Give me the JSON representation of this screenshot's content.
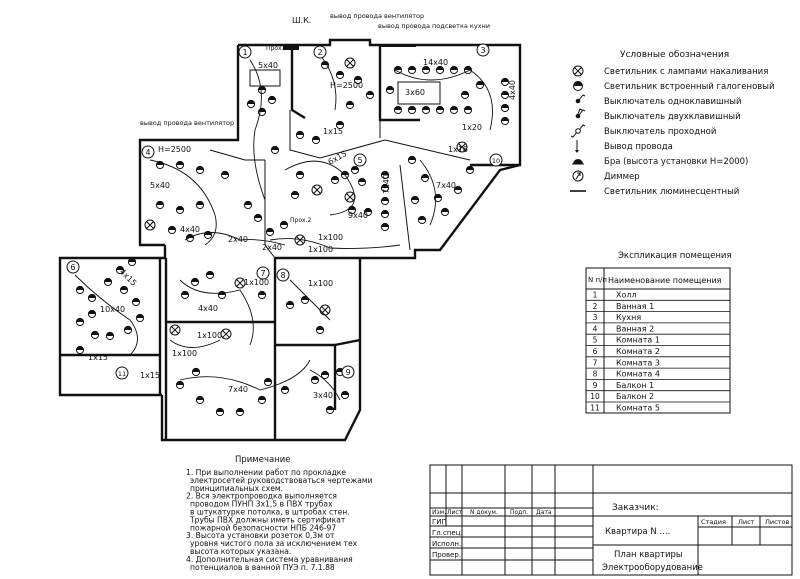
{
  "plan": {
    "top_labels": {
      "shk": "Ш.К.",
      "vent_top": "вывод провода вентилятор",
      "kitchen_light": "вывод провода подсветка кухни",
      "vent_left": "вывод провода вентилятор"
    },
    "room_numbers": [
      "1",
      "2",
      "3",
      "4",
      "5",
      "6",
      "7",
      "8",
      "9",
      "10",
      "11"
    ],
    "fixture_labels": {
      "r1_5x40": "5x40",
      "r2_h": "H=2500",
      "r1_proh": "Прох.1",
      "r3_14x40": "14x40",
      "r3_3x60": "3x60",
      "r3_4x40": "4x40",
      "r3_1x20": "1x20",
      "hall_1x15": "1x15",
      "hall_proh2": "Прох.2",
      "r4_h": "H=2500",
      "r4_5x40": "5x40",
      "r4_4x40": "4x40",
      "r4_2x40": "2x40",
      "r5_6x15": "6x15",
      "r5_9x40": "9x40",
      "r5_7x40": "7x40",
      "r10_7x40": "7x40",
      "r10_1x18": "1x18",
      "hall_1x100a": "1x100",
      "hall_1x100b": "1x100",
      "hall_2x40": "2x40",
      "r6_10x40": "10x40",
      "r6_4x15": "4x15",
      "r6_1x100": "1x100",
      "r6_1x15a": "1x15",
      "r6_1x15b": "1x15",
      "r7_4x40": "4x40",
      "r7_1x100a": "1x100",
      "r7_1x100b": "1x100",
      "r7_7x40": "7x40",
      "r8_1x100": "1x100",
      "r9_3x40": "3x40"
    }
  },
  "legend": {
    "title": "Условные обозначения",
    "items": [
      {
        "icon": "incandescent-lamp-icon",
        "label": "Светильник с лампами накаливания"
      },
      {
        "icon": "halogen-spot-icon",
        "label": "Светильник встроенный галогеновый"
      },
      {
        "icon": "single-switch-icon",
        "label": "Выключатель одноклавишный"
      },
      {
        "icon": "double-switch-icon",
        "label": "Выключатель двухклавишный"
      },
      {
        "icon": "pass-switch-icon",
        "label": "Выключатель проходной"
      },
      {
        "icon": "wire-outlet-icon",
        "label": "Вывод провода"
      },
      {
        "icon": "wall-lamp-icon",
        "label": "Бра (высота установки H=2000)"
      },
      {
        "icon": "dimmer-icon",
        "label": "Диммер"
      },
      {
        "icon": "fluorescent-lamp-icon",
        "label": "Светильник люминесцентный"
      }
    ]
  },
  "spec": {
    "title": "Экспликация помещения",
    "col_num": "N п/п",
    "col_name": "Наименование помещения",
    "rows": [
      [
        "1",
        "Холл"
      ],
      [
        "2",
        "Ванная 1"
      ],
      [
        "3",
        "Кухня"
      ],
      [
        "4",
        "Ванная 2"
      ],
      [
        "5",
        "Комната 1"
      ],
      [
        "6",
        "Комната 2"
      ],
      [
        "7",
        "Комната 3"
      ],
      [
        "8",
        "Комната 4"
      ],
      [
        "9",
        "Балкон 1"
      ],
      [
        "10",
        "Балкон 2"
      ],
      [
        "11",
        "Комната 5"
      ]
    ]
  },
  "notes": {
    "title": "Примечание",
    "lines": [
      "1. При выполнении работ по прокладке",
      "электросетей руководствоваться чертежами",
      "принципиальных схем.",
      "2. Вся электропроводка выполняется",
      "проводом ПУНП 3x1,5 в ПВХ трубах",
      "в штукатурке потолка, в штробах стен.",
      "Трубы ПВХ должны иметь сертификат",
      "пожарной безопасности НПБ 246-97",
      "3. Высота установки розеток 0,3м от",
      "уровня чистого пола за исключением тех",
      "высота которых указана.",
      "4. Дополнительная система уравнивания",
      "потенциалов в ванной  ПУЭ п. 7.1.88"
    ]
  },
  "stamp": {
    "hdr": [
      "Изм.",
      "Лист",
      "N докум.",
      "Подп.",
      "Дата"
    ],
    "roles": [
      "ГИП",
      "Гл.спец.",
      "Исполн.",
      "Провер."
    ],
    "customer": "Заказчик:",
    "object": "Квартира N ....",
    "sheet_hdr": [
      "Стадия",
      "Лист",
      "Листов"
    ],
    "title": "План квартиры",
    "subtitle": "Электрооборудование"
  }
}
